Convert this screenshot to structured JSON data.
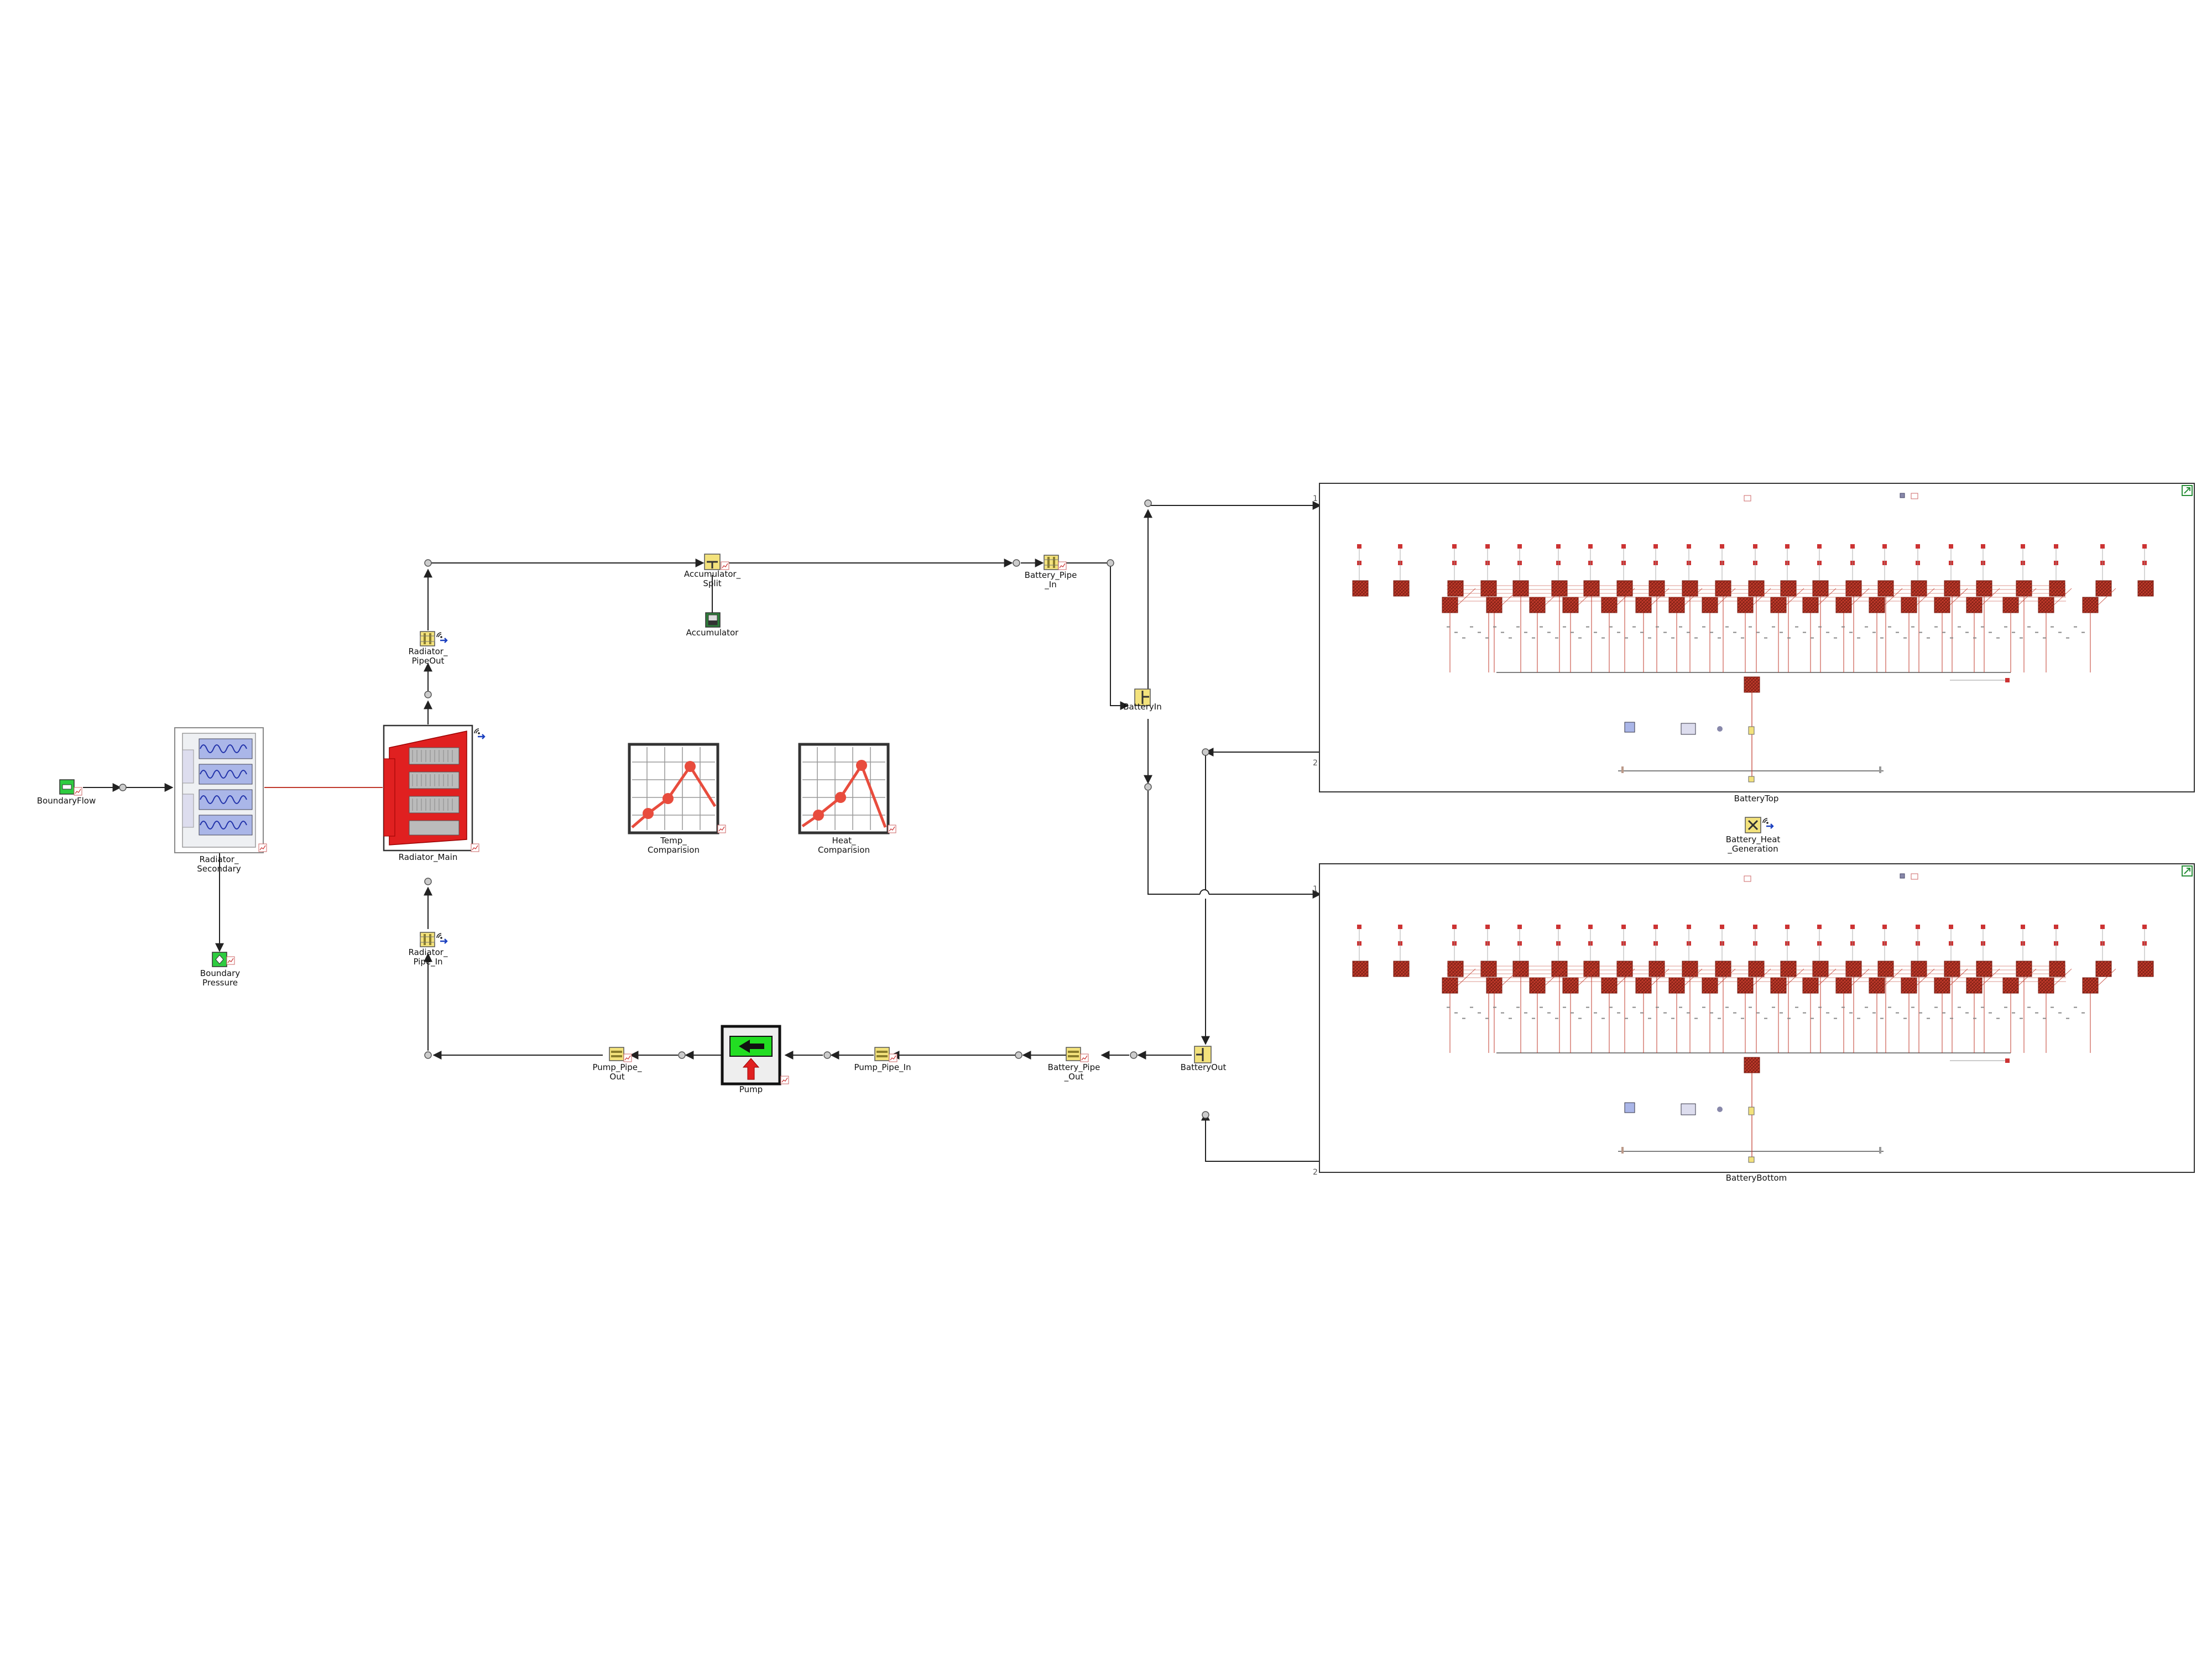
{
  "components": {
    "boundary_flow": "BoundaryFlow",
    "radiator_secondary": "Radiator_\nSecondary",
    "boundary_pressure": "Boundary\nPressure",
    "radiator_main": "Radiator_Main",
    "radiator_pipe_out": "Radiator_\nPipeOut",
    "radiator_pipe_in": "Radiator_\nPipe_In",
    "accumulator_split": "Accumulator_\nSplit",
    "accumulator": "Accumulator",
    "battery_pipe_in": "Battery_Pipe\n_In",
    "battery_in": "BatteryIn",
    "temp_comparision": "Temp_\nComparision",
    "heat_comparision": "Heat_\nComparision",
    "battery_top": "BatteryTop",
    "battery_heat_generation": "Battery_Heat\n_Generation",
    "battery_bottom": "BatteryBottom",
    "battery_out": "BatteryOut",
    "battery_pipe_out": "Battery_Pipe\n_Out",
    "pump_pipe_in": "Pump_Pipe_In",
    "pump": "Pump",
    "pump_pipe_out": "Pump_Pipe_\nOut"
  },
  "port_numbers": {
    "top_in": "1",
    "top_out": "2",
    "bottom_in": "1",
    "bottom_out": "2"
  },
  "colors": {
    "wire": "#222222",
    "thermal_link": "#c0392b",
    "battery_cell": "#c03a2b",
    "pipe_yellow": "#f2e27a",
    "boundary_green": "#2ecc40",
    "pump_green": "#22dd22",
    "radiator_red": "#e02020",
    "chart_line": "#e84c3d"
  },
  "icons": {
    "chart": "line-chart-icon",
    "pipe": "pipe-icon",
    "boundary": "boundary-icon",
    "radiator": "radiator-icon",
    "pump": "pump-icon",
    "split": "split-icon",
    "battery_submodel": "battery-submodel-icon"
  }
}
